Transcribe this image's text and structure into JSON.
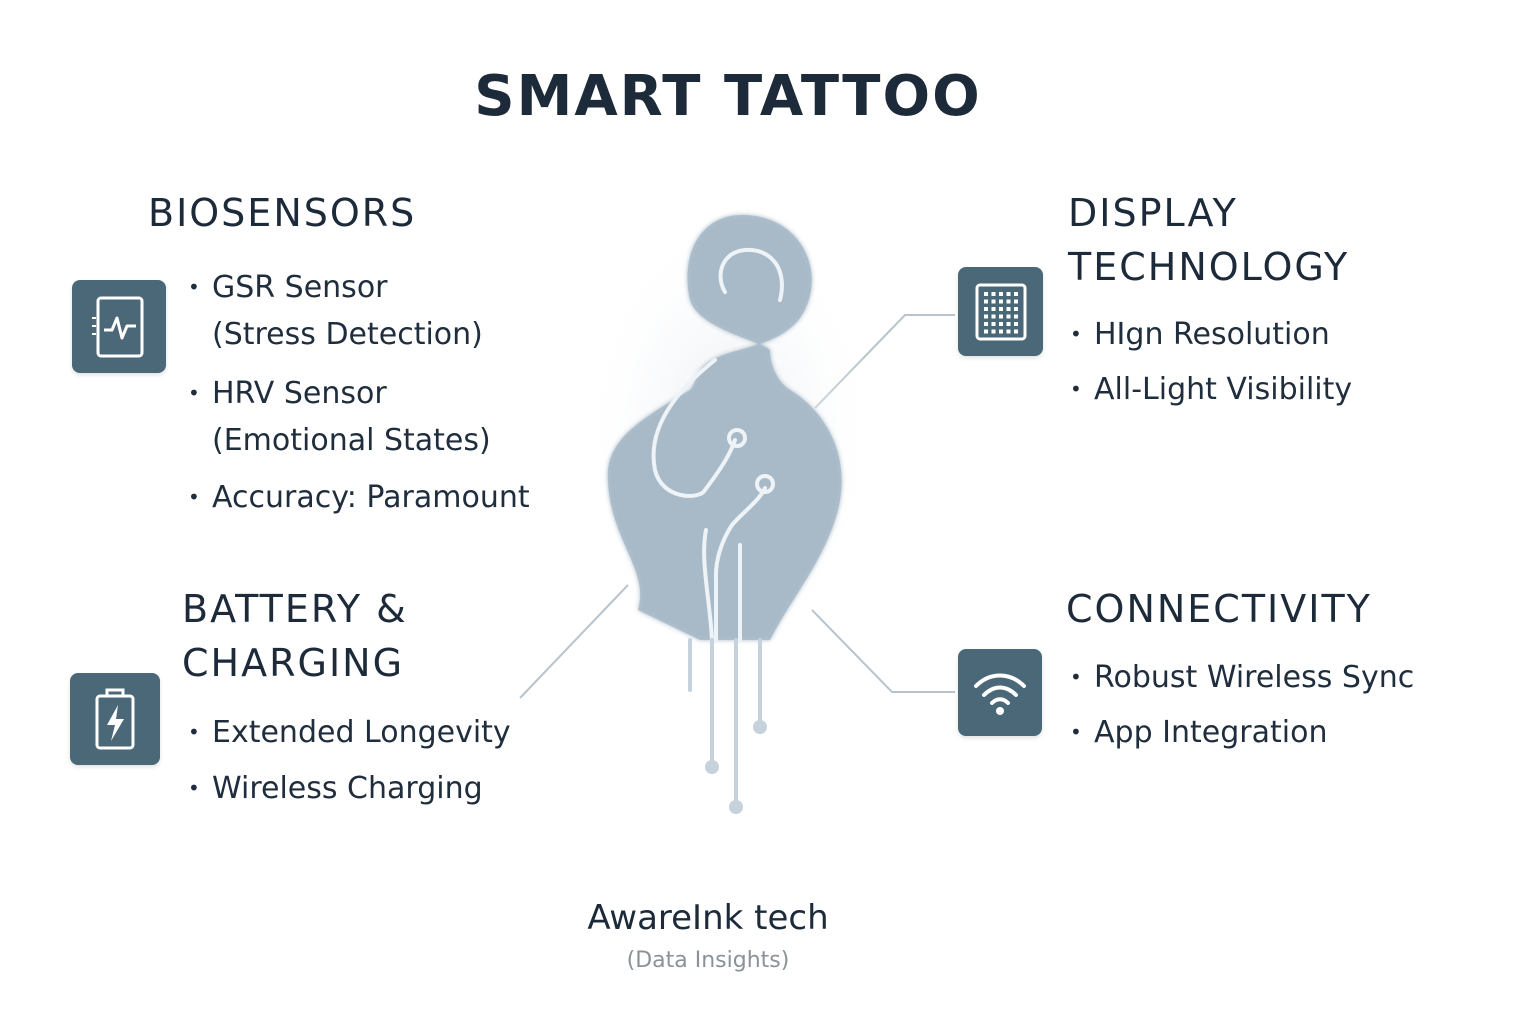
{
  "title": "SMART TATTOO",
  "sections": {
    "biosensors": {
      "heading": "BIOSENSORS",
      "icon": "heart-monitor-icon",
      "items": [
        {
          "line1": "GSR Sensor",
          "line2": "(Stress Detection)"
        },
        {
          "line1": "HRV Sensor",
          "line2": "(Emotional States)"
        },
        {
          "line1": "Accuracy: Paramount"
        }
      ]
    },
    "display": {
      "heading_line1": "DISPLAY",
      "heading_line2": "TECHNOLOGY",
      "icon": "pixel-grid-display-icon",
      "items": [
        {
          "line1": "HIgn Resolution"
        },
        {
          "line1": "All-Light Visibility"
        }
      ]
    },
    "battery": {
      "heading_line1": "BATTERY &",
      "heading_line2": "CHARGING",
      "icon": "battery-charging-icon",
      "items": [
        {
          "line1": "Extended Longevity"
        },
        {
          "line1": "Wireless Charging"
        }
      ]
    },
    "connectivity": {
      "heading": "CONNECTIVITY",
      "icon": "wifi-icon",
      "items": [
        {
          "line1": "Robust Wireless Sync"
        },
        {
          "line1": "App Integration"
        }
      ]
    }
  },
  "center_graphic": "circuit-tattoo-icon",
  "footer": {
    "brand": "AwareInk tech",
    "subtitle": "(Data Insights)"
  },
  "colors": {
    "icon_bg": "#4a6878",
    "tattoo": "#a8bac8",
    "connector": "#b9c3cc",
    "text": "#1c2a3a"
  }
}
